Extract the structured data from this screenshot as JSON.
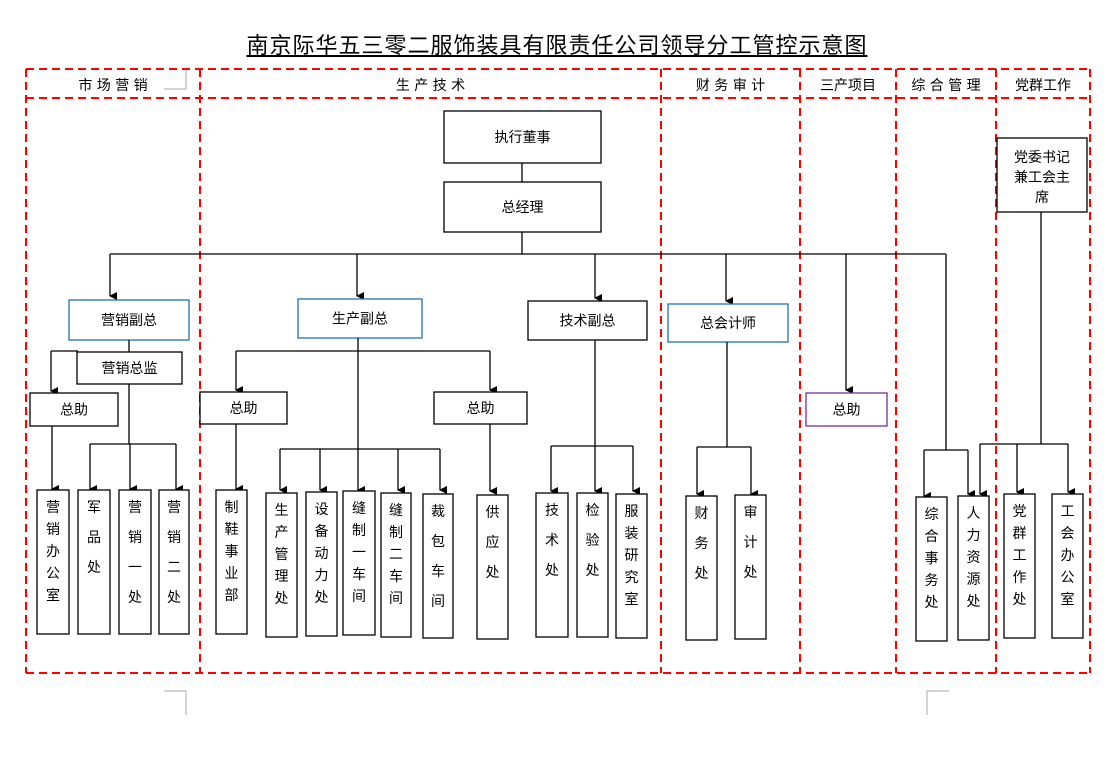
{
  "title": "南京际华五三零二服饰装具有限责任公司领导分工管控示意图",
  "colors": {
    "divider": "#ff0000",
    "box_border": "#000000",
    "blue_border": "#1f6fb5",
    "purple_border": "#7030a0",
    "line": "#000000"
  },
  "columns": [
    {
      "id": "market",
      "label": "市 场 营 销"
    },
    {
      "id": "production",
      "label": "生          产          技          术"
    },
    {
      "id": "finance",
      "label": "财 务 审 计"
    },
    {
      "id": "third",
      "label": "三产项目"
    },
    {
      "id": "admin",
      "label": "综 合 管 理"
    },
    {
      "id": "party",
      "label": "党群工作"
    }
  ],
  "nodes": {
    "chairman": "执行董事",
    "gm": "总经理",
    "party_secretary": "党委书记兼工会主席",
    "vp_marketing": "营销副总",
    "vp_production": "生产副总",
    "vp_tech": "技术副总",
    "chief_accountant": "总会计师",
    "marketing_director": "营销总监",
    "assistant_market": "总助",
    "assistant_prod_left": "总助",
    "assistant_prod_right": "总助",
    "assistant_third": "总助"
  },
  "departments": [
    {
      "id": "d1",
      "label": "营销办公室"
    },
    {
      "id": "d2",
      "label": "军品处"
    },
    {
      "id": "d3",
      "label": "营销一处"
    },
    {
      "id": "d4",
      "label": "营销二处"
    },
    {
      "id": "d5",
      "label": "制鞋事业部"
    },
    {
      "id": "d6",
      "label": "生产管理处"
    },
    {
      "id": "d7",
      "label": "设备动力处"
    },
    {
      "id": "d8",
      "label": "缝制一车间"
    },
    {
      "id": "d9",
      "label": "缝制二车间"
    },
    {
      "id": "d10",
      "label": "裁包车间"
    },
    {
      "id": "d11",
      "label": "供应处"
    },
    {
      "id": "d12",
      "label": "技术处"
    },
    {
      "id": "d13",
      "label": "检验处"
    },
    {
      "id": "d14",
      "label": "服装研究室"
    },
    {
      "id": "d15",
      "label": "财务处"
    },
    {
      "id": "d16",
      "label": "审计处"
    },
    {
      "id": "d17",
      "label": "综合事务处"
    },
    {
      "id": "d18",
      "label": "人力资源处"
    },
    {
      "id": "d19",
      "label": "党群工作处"
    },
    {
      "id": "d20",
      "label": "工会办公室"
    }
  ]
}
